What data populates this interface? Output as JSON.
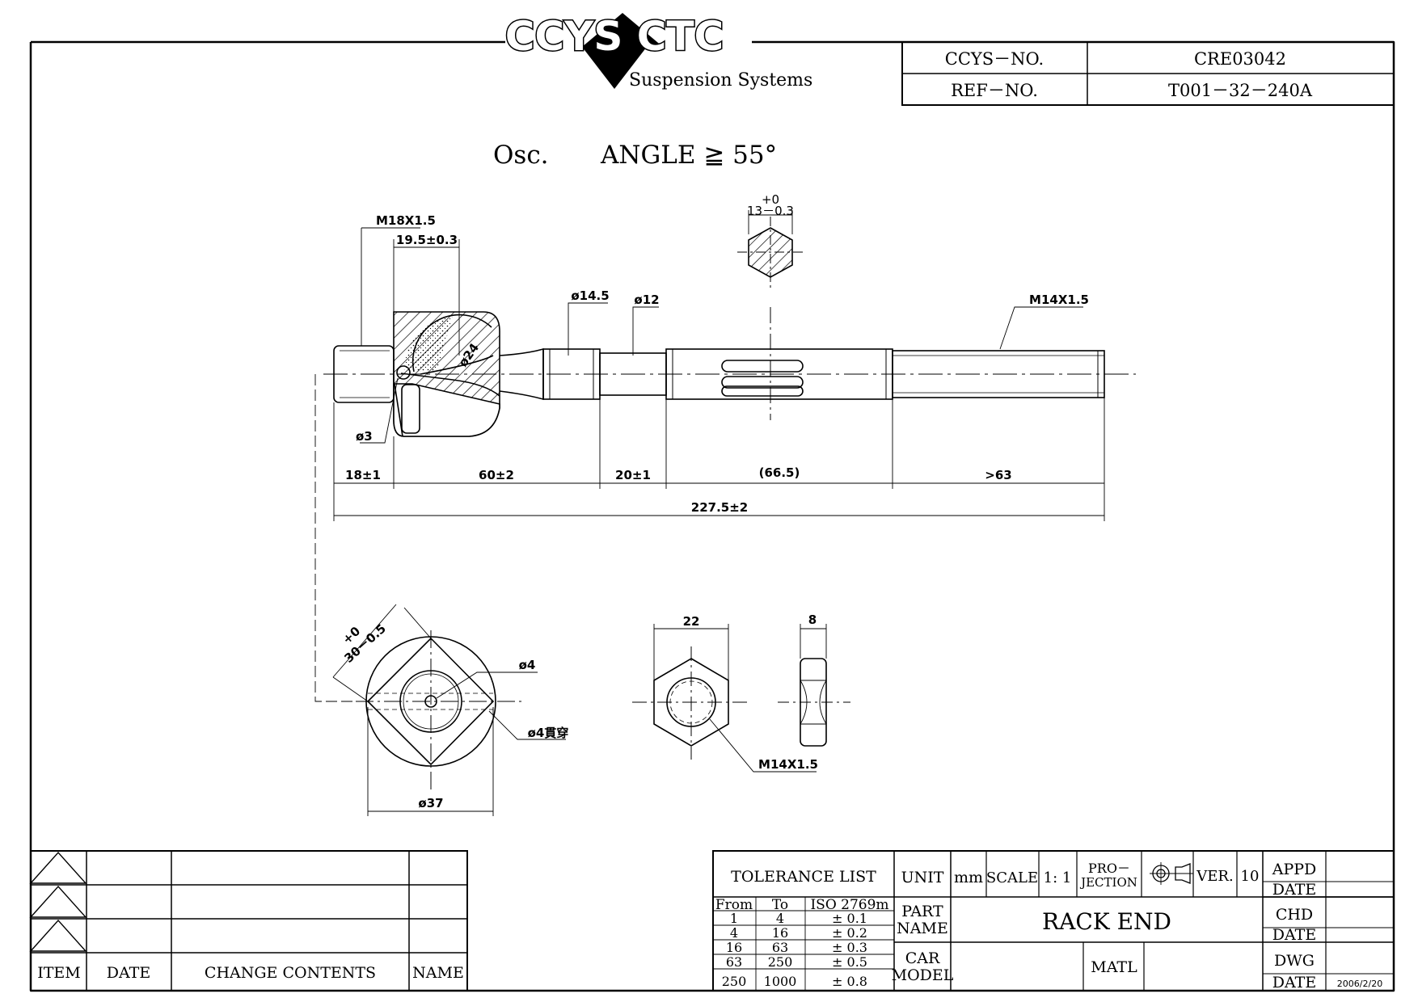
{
  "logo": {
    "brand": "CCYS CTC",
    "subtitle": "Suspension Systems"
  },
  "header_table": {
    "ccys_no_label": "CCYS－NO.",
    "ccys_no_value": "CRE03042",
    "ref_no_label": "REF－NO.",
    "ref_no_value": "T001－32－240A"
  },
  "drawing": {
    "osc_label": "Osc.",
    "angle_label": "ANGLE  ≧  55°",
    "dims": {
      "m18": "M18X1.5",
      "d19": "19.5±0.3",
      "hex_tol_top": "+0",
      "hex_tol": "13－0.3",
      "phi145": "ø14.5",
      "phi12": "ø12",
      "m14_top": "M14X1.5",
      "phi24": "ø24",
      "phi3": "ø3",
      "d18": "18±1",
      "d60": "60±2",
      "d20": "20±1",
      "d665": "(66.5)",
      "d63": ">63",
      "d2275": "227.5±2",
      "v_tol_top": "+0",
      "v_tol": "30－0.5",
      "phi4": "ø4",
      "phi4_through": "ø4貫穿",
      "phi37": "ø37",
      "nut_w": "22",
      "nut_t": "8",
      "m14_nut": "M14X1.5"
    }
  },
  "change_table": {
    "headers": [
      "ITEM",
      "DATE",
      "CHANGE CONTENTS",
      "NAME"
    ]
  },
  "title_block": {
    "tolerance_title": "TOLERANCE  LIST",
    "tol_headers": [
      "From",
      "To",
      "ISO  2769m"
    ],
    "tol_rows": [
      [
        "1",
        "4",
        "±  0.1"
      ],
      [
        "4",
        "16",
        "±  0.2"
      ],
      [
        "16",
        "63",
        "±  0.3"
      ],
      [
        "63",
        "250",
        "±  0.5"
      ],
      [
        "250",
        "1000",
        "±  0.8"
      ]
    ],
    "unit_label": "UNIT",
    "unit_value": "mm",
    "scale_label": "SCALE",
    "scale_value": "1: 1",
    "projection_label_1": "PRO－",
    "projection_label_2": "JECTION",
    "ver_label": "VER.",
    "ver_value": "10",
    "part_name_label_1": "PART",
    "part_name_label_2": "NAME",
    "part_name_value": "RACK  END",
    "car_model_label_1": "CAR",
    "car_model_label_2": "MODEL",
    "matl_label": "MATL",
    "appd_label": "APPD",
    "chd_label": "CHD",
    "dwg_label": "DWG",
    "date_label": "DATE",
    "date_value": "2006/2/20"
  }
}
